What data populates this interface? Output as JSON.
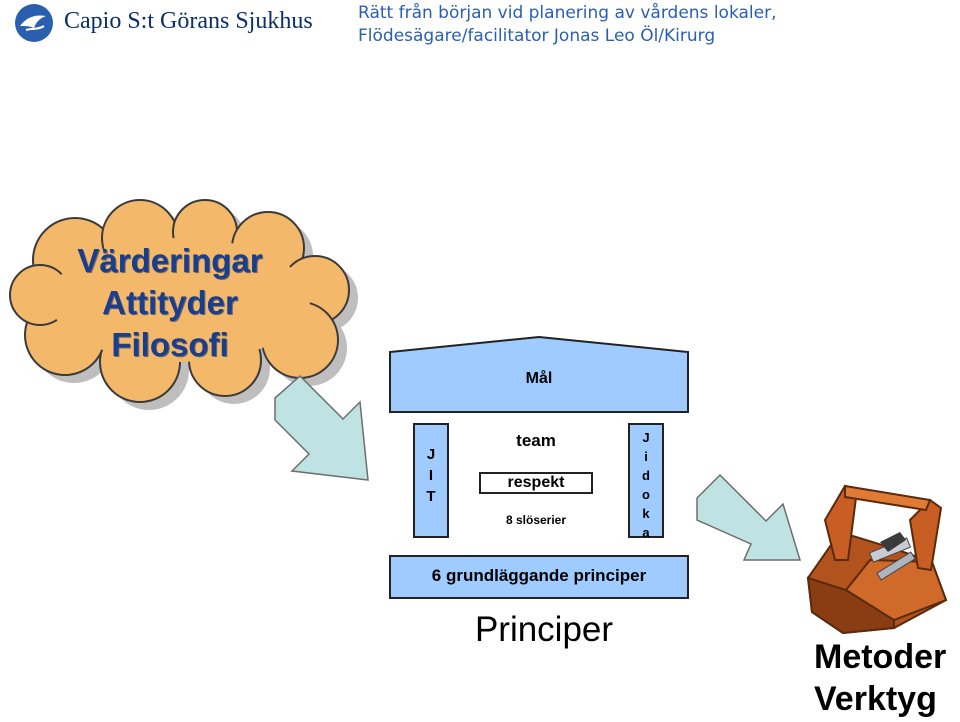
{
  "header": {
    "organization": "Capio S:t Görans Sjukhus",
    "line1": "Rätt från början vid planering av vårdens lokaler,",
    "line2": "Flödesägare/facilitator Jonas Leo Öl/Kirurg",
    "logo_icon": "dove-icon"
  },
  "cloud": {
    "lines": [
      "Värderingar",
      "Attityder",
      "Filosofi"
    ],
    "color": "#f4b86a"
  },
  "house": {
    "roof_label": "Mål",
    "left_pillar": [
      "J",
      "I",
      "T"
    ],
    "right_pillar": [
      "J",
      "i",
      "d",
      "o",
      "k",
      "a"
    ],
    "center_top": "team",
    "center_middle": "respekt",
    "center_bottom": "8 slöserier",
    "base_label": "6 grundläggande principer",
    "color": "#9fcbff"
  },
  "principles_label": "Principer",
  "methods": {
    "lines": [
      "Metoder",
      "Verktyg"
    ],
    "toolbox_icon": "toolbox-icon"
  },
  "arrows": {
    "color": "#bfe3e3"
  }
}
